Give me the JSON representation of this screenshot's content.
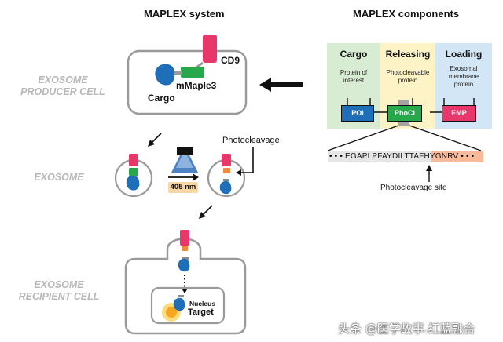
{
  "titles": {
    "system": "MAPLEX system",
    "components": "MAPLEX components"
  },
  "side_labels": {
    "producer": [
      "EXOSOME",
      "PRODUCER CELL"
    ],
    "exosome": "EXOSOME",
    "recipient": [
      "EXOSOME",
      "RECIPIENT CELL"
    ]
  },
  "producer": {
    "cd9": "CD9",
    "mmaple": "mMaple3",
    "cargo": "Cargo"
  },
  "exosome": {
    "wavelength": "405 nm",
    "photocleavage": "Photocleavage"
  },
  "recipient": {
    "nucleus": "Nucleus",
    "target": "Target"
  },
  "components": {
    "headers": {
      "cargo": "Cargo",
      "releasing": "Releasing",
      "loading": "Loading"
    },
    "desc": {
      "cargo": [
        "Protein of",
        "interest"
      ],
      "releasing": [
        "Photocleavable",
        "protein"
      ],
      "loading": [
        "Exosomal",
        "membrane",
        "protein"
      ]
    },
    "boxes": {
      "poi": "POI",
      "phocl": "PhoCl",
      "emp": "EMP"
    },
    "sequence": {
      "left": "EGAPLPFAYDILTTAF",
      "right": "HYGNRV"
    },
    "site": "Photocleavage site"
  },
  "colors": {
    "pink": "#e8386b",
    "green": "#27a84a",
    "blue": "#1e6eb8",
    "orange": "#ef8a3c",
    "cargo_panel": "#d8ecd3",
    "releasing_panel": "#fdf3c6",
    "loading_panel": "#d3e6f5",
    "seq_highlight": "#f9b99a"
  },
  "watermark": "头条 @医学故事.红蓝融合"
}
